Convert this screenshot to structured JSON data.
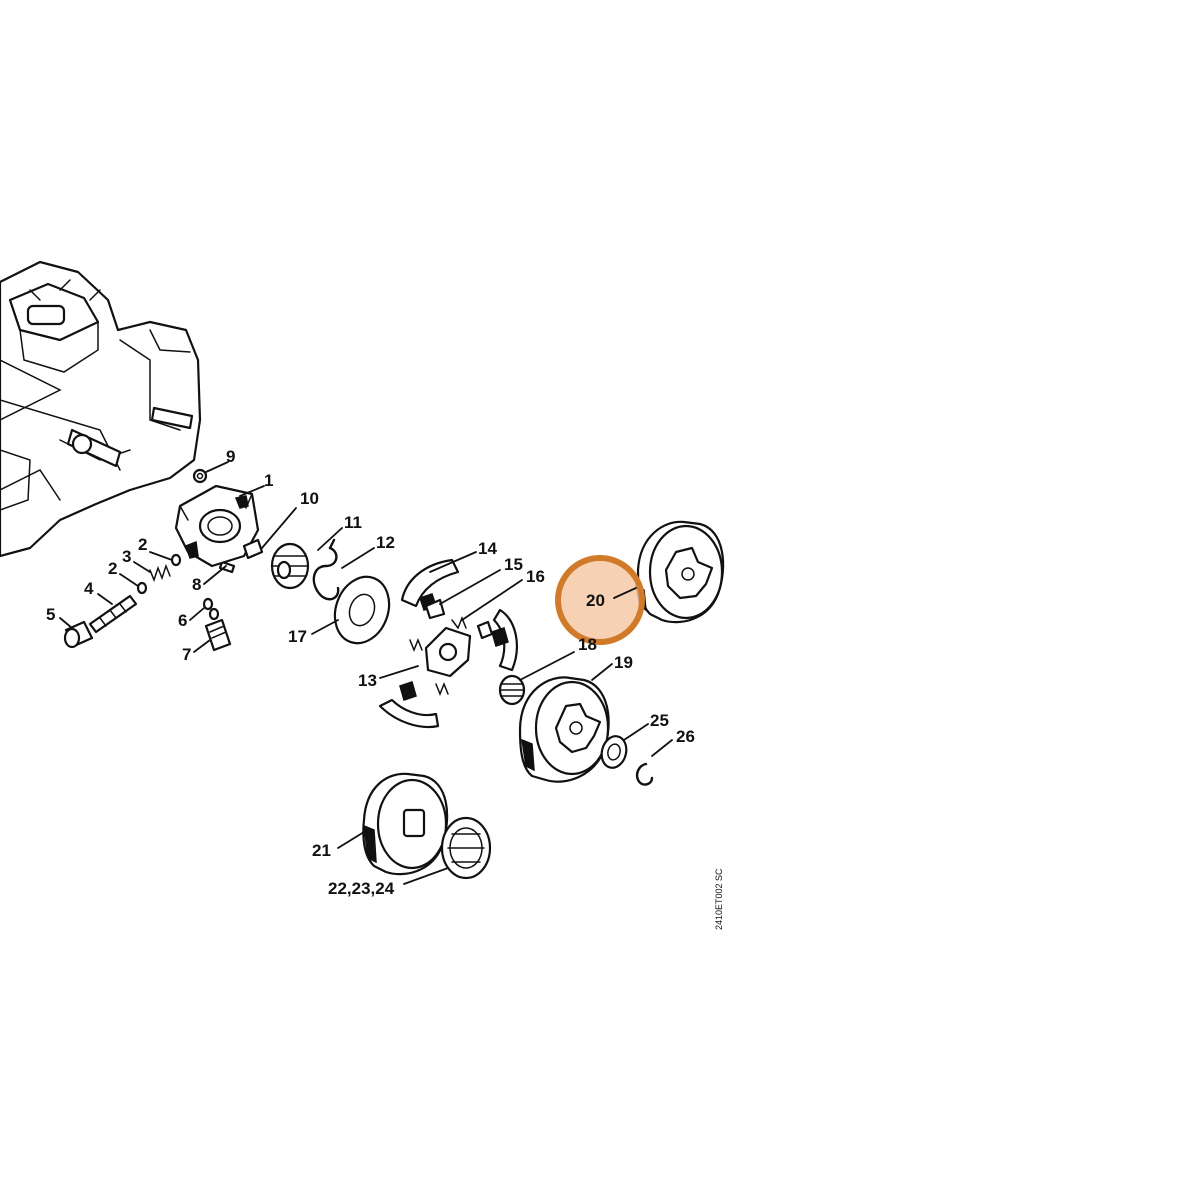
{
  "diagram": {
    "labels": {
      "l1": "1",
      "l2a": "2",
      "l2b": "2",
      "l3": "3",
      "l4": "4",
      "l5": "5",
      "l6": "6",
      "l7": "7",
      "l8": "8",
      "l9": "9",
      "l10": "10",
      "l11": "11",
      "l12": "12",
      "l13": "13",
      "l14": "14",
      "l15": "15",
      "l16": "16",
      "l17": "17",
      "l18": "18",
      "l19": "19",
      "l20": "20",
      "l21": "21",
      "l22": "22,23,24",
      "l25": "25",
      "l26": "26"
    },
    "drawing_code": "2410ET002 SC",
    "highlighted_part": "20",
    "highlight_color": "#d07a2a"
  }
}
